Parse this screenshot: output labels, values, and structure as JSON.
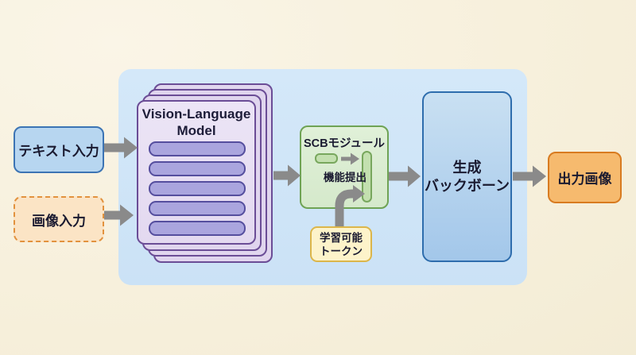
{
  "diagram": {
    "nodes": {
      "text_input": {
        "label": "テキスト入力",
        "fill": "#b7d6f0",
        "border": "#3c74b4"
      },
      "image_input": {
        "label": "画像入力",
        "fill": "#fbe4c5",
        "border": "#e2923e"
      },
      "vlm": {
        "title_line1": "Vision-Language",
        "title_line2": "Model",
        "stacked_cards": 4,
        "layer_pills": 5,
        "fill": "#e9e1f3",
        "border": "#6b4d96",
        "pill_fill": "#aaa5de"
      },
      "scb": {
        "title": "SCBモジュール",
        "caption": "機能提出",
        "fill": "#dbedd3",
        "border": "#6fa355"
      },
      "backbone": {
        "label_line1": "生成",
        "label_line2": "バックボーン",
        "fill": "#a9cbec",
        "border": "#2e6dad"
      },
      "token": {
        "label_line1": "学習可能",
        "label_line2": "トークン",
        "fill": "#fdf3ca",
        "border": "#dcb64a"
      },
      "output": {
        "label": "出力画像",
        "fill": "#f6ba6e",
        "border": "#d87b20"
      }
    },
    "edges": [
      {
        "from": "text_input",
        "to": "vlm"
      },
      {
        "from": "image_input",
        "to": "vlm"
      },
      {
        "from": "vlm",
        "to": "scb"
      },
      {
        "from": "scb",
        "to": "backbone"
      },
      {
        "from": "backbone",
        "to": "output"
      },
      {
        "from": "token",
        "to": "scb"
      }
    ],
    "colors": {
      "background": "#f7f0dc",
      "panel": "#cde3f6",
      "arrow": "#8a8a8a",
      "text": "#1a1a30"
    }
  }
}
